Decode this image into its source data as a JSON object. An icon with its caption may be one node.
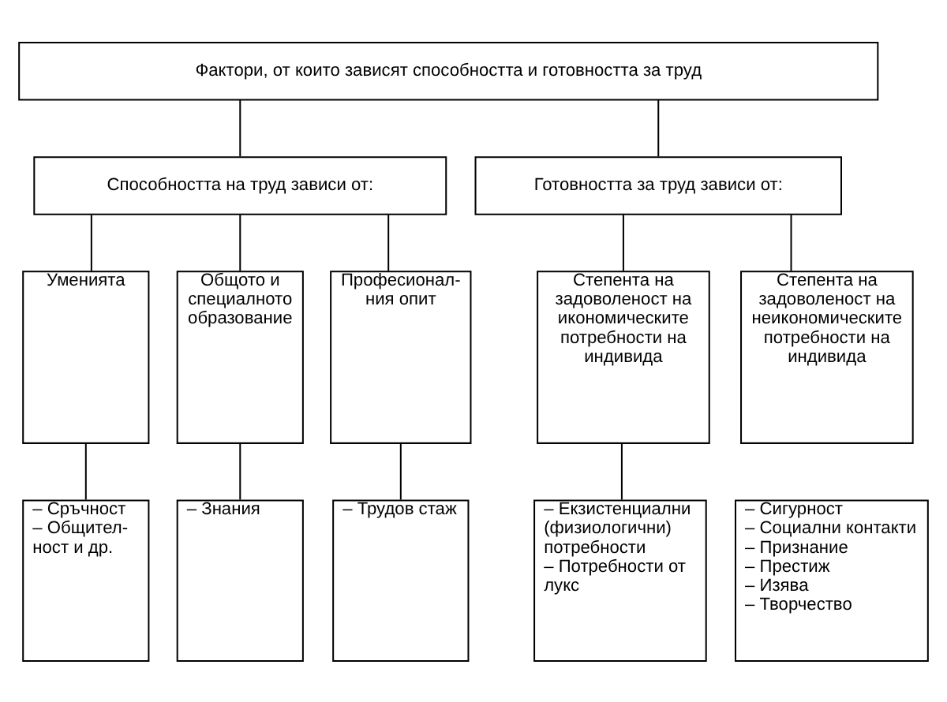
{
  "diagram": {
    "nodes": [
      {
        "text": [
          "Фактори, от които зависят способността и готовността за труд"
        ]
      },
      {
        "text": [
          "Способността на труд зависи от:"
        ]
      },
      {
        "text": [
          "Готовността за труд зависи от:"
        ]
      },
      {
        "text": [
          "Уменията"
        ]
      },
      {
        "text": [
          "Общото и специалното образование"
        ]
      },
      {
        "text": [
          "Професионал- ния опит"
        ]
      },
      {
        "text": [
          "Степента на задоволеност на икономическите потребности на индивида"
        ]
      },
      {
        "text": [
          "Степента на задоволеност на неикономическите потребности на индивида"
        ]
      },
      {
        "text": [
          "– Сръчност",
          "– Общител- ност и др."
        ]
      },
      {
        "text": [
          "– Знания"
        ]
      },
      {
        "text": [
          "– Трудов стаж"
        ]
      },
      {
        "text": [
          "– Екзистенциални (физиологични) потребности",
          "– Потребности от лукс"
        ]
      },
      {
        "text": [
          "– Сигурност",
          "– Социални контакти",
          "– Признание",
          "– Престиж",
          "– Изява",
          "– Творчество"
        ]
      }
    ],
    "edges": [
      {
        "from": 0,
        "to": 1,
        "arrow": "none"
      },
      {
        "from": 0,
        "to": 2,
        "arrow": "none"
      },
      {
        "from": 1,
        "to": 3,
        "arrow": "none"
      },
      {
        "from": 1,
        "to": 4,
        "arrow": "none"
      },
      {
        "from": 1,
        "to": 5,
        "arrow": "none"
      },
      {
        "from": 2,
        "to": 6,
        "arrow": "none"
      },
      {
        "from": 2,
        "to": 7,
        "arrow": "none"
      },
      {
        "from": 3,
        "to": 8,
        "arrow": "none"
      },
      {
        "from": 4,
        "to": 9,
        "arrow": "none"
      },
      {
        "from": 5,
        "to": 10,
        "arrow": "none"
      },
      {
        "from": 6,
        "to": 11,
        "arrow": "none"
      }
    ]
  }
}
